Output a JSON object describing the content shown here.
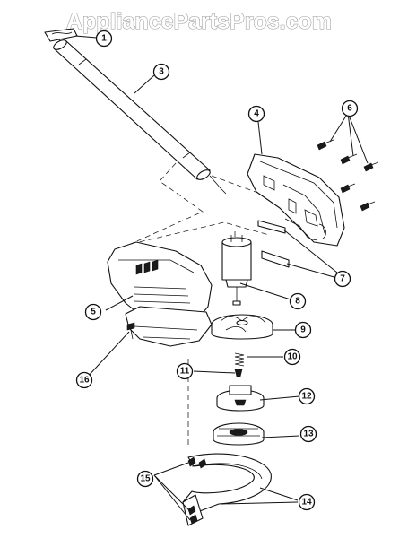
{
  "watermark": "AppliancePartsPros.com",
  "callouts": [
    {
      "id": "1",
      "label": "1"
    },
    {
      "id": "3",
      "label": "3"
    },
    {
      "id": "4",
      "label": "4"
    },
    {
      "id": "5",
      "label": "5"
    },
    {
      "id": "6",
      "label": "6"
    },
    {
      "id": "7",
      "label": "7"
    },
    {
      "id": "8",
      "label": "8"
    },
    {
      "id": "9",
      "label": "9"
    },
    {
      "id": "10",
      "label": "10"
    },
    {
      "id": "11",
      "label": "11"
    },
    {
      "id": "12",
      "label": "12"
    },
    {
      "id": "13",
      "label": "13"
    },
    {
      "id": "14",
      "label": "14"
    },
    {
      "id": "15",
      "label": "15"
    },
    {
      "id": "16",
      "label": "16"
    }
  ],
  "colors": {
    "line": "#111111",
    "background": "#ffffff",
    "watermark": "#9a9a9a"
  }
}
